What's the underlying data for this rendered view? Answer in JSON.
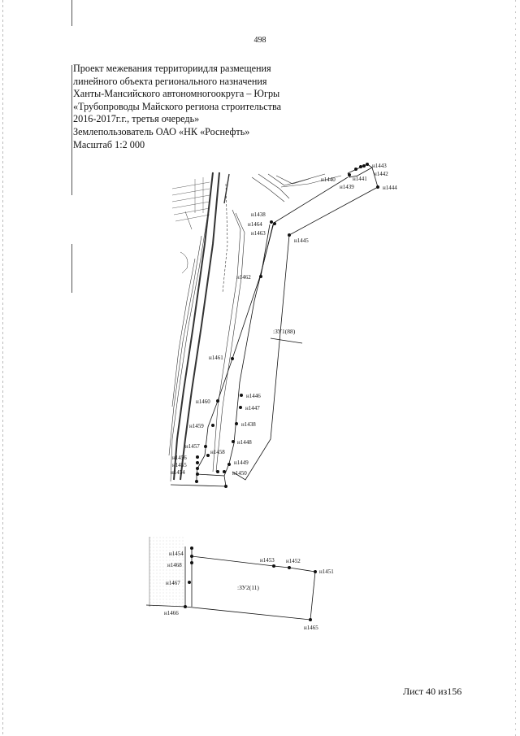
{
  "page_number": "498",
  "header": {
    "lines": [
      "Проект межевания территориидля размещения",
      "линейного объекта регионального назначения",
      "Ханты-Мансийского автономногоокруга – Югры",
      "«Трубопроводы Майского региона строительства",
      "2016-2017г.г., третья очередь»",
      "Землепользователь ОАО «НК «Роснефть»",
      "Масштаб 1:2 000"
    ]
  },
  "map_top": {
    "zone_label": ":ЗУ1(88)",
    "points": [
      {
        "id": "pt1443",
        "label": "н1443"
      },
      {
        "id": "pt1442",
        "label": "н1442"
      },
      {
        "id": "pt1440",
        "label": "н1440"
      },
      {
        "id": "pt1441",
        "label": "н1441"
      },
      {
        "id": "pt1439",
        "label": "н1439"
      },
      {
        "id": "pt1444",
        "label": "н1444"
      },
      {
        "id": "pt1438a",
        "label": "н1438"
      },
      {
        "id": "pt1464",
        "label": "н1464"
      },
      {
        "id": "pt1463",
        "label": "н1463"
      },
      {
        "id": "pt1445",
        "label": "н1445"
      },
      {
        "id": "pt1462",
        "label": "н1462"
      },
      {
        "id": "pt1461",
        "label": "н1461"
      },
      {
        "id": "pt1446",
        "label": "н1446"
      },
      {
        "id": "pt1460",
        "label": "н1460"
      },
      {
        "id": "pt1447",
        "label": "н1447"
      },
      {
        "id": "pt1438b",
        "label": "н1438"
      },
      {
        "id": "pt1459",
        "label": "н1459"
      },
      {
        "id": "pt1448",
        "label": "н1448"
      },
      {
        "id": "pt1457",
        "label": "н1457"
      },
      {
        "id": "pt1458",
        "label": "н1458"
      },
      {
        "id": "pt1456",
        "label": "н1456"
      },
      {
        "id": "pt1449",
        "label": "н1449"
      },
      {
        "id": "pt1455",
        "label": "н1455"
      },
      {
        "id": "pt1454a",
        "label": "н1454"
      },
      {
        "id": "pt1450",
        "label": "н1450"
      }
    ]
  },
  "map_bottom": {
    "zone_label": ":ЗУ2(11)",
    "points": [
      {
        "id": "pt1454b",
        "label": "н1454"
      },
      {
        "id": "pt1468",
        "label": "н1468"
      },
      {
        "id": "pt1453",
        "label": "н1453"
      },
      {
        "id": "pt1452",
        "label": "н1452"
      },
      {
        "id": "pt1451",
        "label": "н1451"
      },
      {
        "id": "pt1467",
        "label": "н1467"
      },
      {
        "id": "pt1466",
        "label": "н1466"
      },
      {
        "id": "pt1465",
        "label": "н1465"
      }
    ]
  },
  "sheet_label": "Лист 40 из156"
}
